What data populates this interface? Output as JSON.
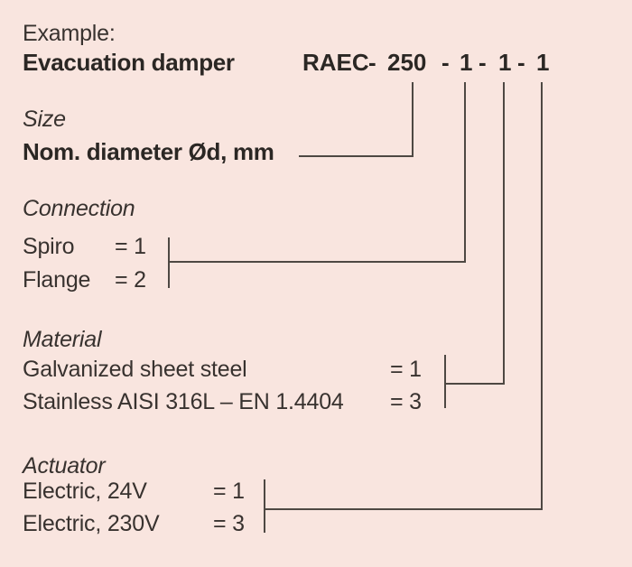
{
  "page": {
    "background": "#f9e5df",
    "text_color": "#38322f",
    "line_color": "#4e4843"
  },
  "header": {
    "example_label": "Example:",
    "product_name": "Evacuation damper",
    "code": "RAEC - 250 - 1 - 1 - 1",
    "code_segments": [
      "RAEC",
      "-",
      "250",
      "-",
      "1",
      "-",
      "1",
      "-",
      "1"
    ]
  },
  "sections": [
    {
      "id": "size",
      "title": "Size",
      "rows": [
        {
          "label": "Nom. diameter Ød, mm",
          "value": ""
        }
      ]
    },
    {
      "id": "connection",
      "title": "Connection",
      "rows": [
        {
          "label": "Spiro",
          "value": "= 1"
        },
        {
          "label": "Flange",
          "value": "= 2"
        }
      ]
    },
    {
      "id": "material",
      "title": "Material",
      "rows": [
        {
          "label": "Galvanized sheet steel",
          "value": "= 1"
        },
        {
          "label": "Stainless AISI 316L – EN 1.4404",
          "value": "= 3"
        }
      ]
    },
    {
      "id": "actuator",
      "title": "Actuator",
      "rows": [
        {
          "label": "Electric, 24V",
          "value": "= 1"
        },
        {
          "label": "Electric, 230V",
          "value": "= 3"
        }
      ]
    }
  ]
}
